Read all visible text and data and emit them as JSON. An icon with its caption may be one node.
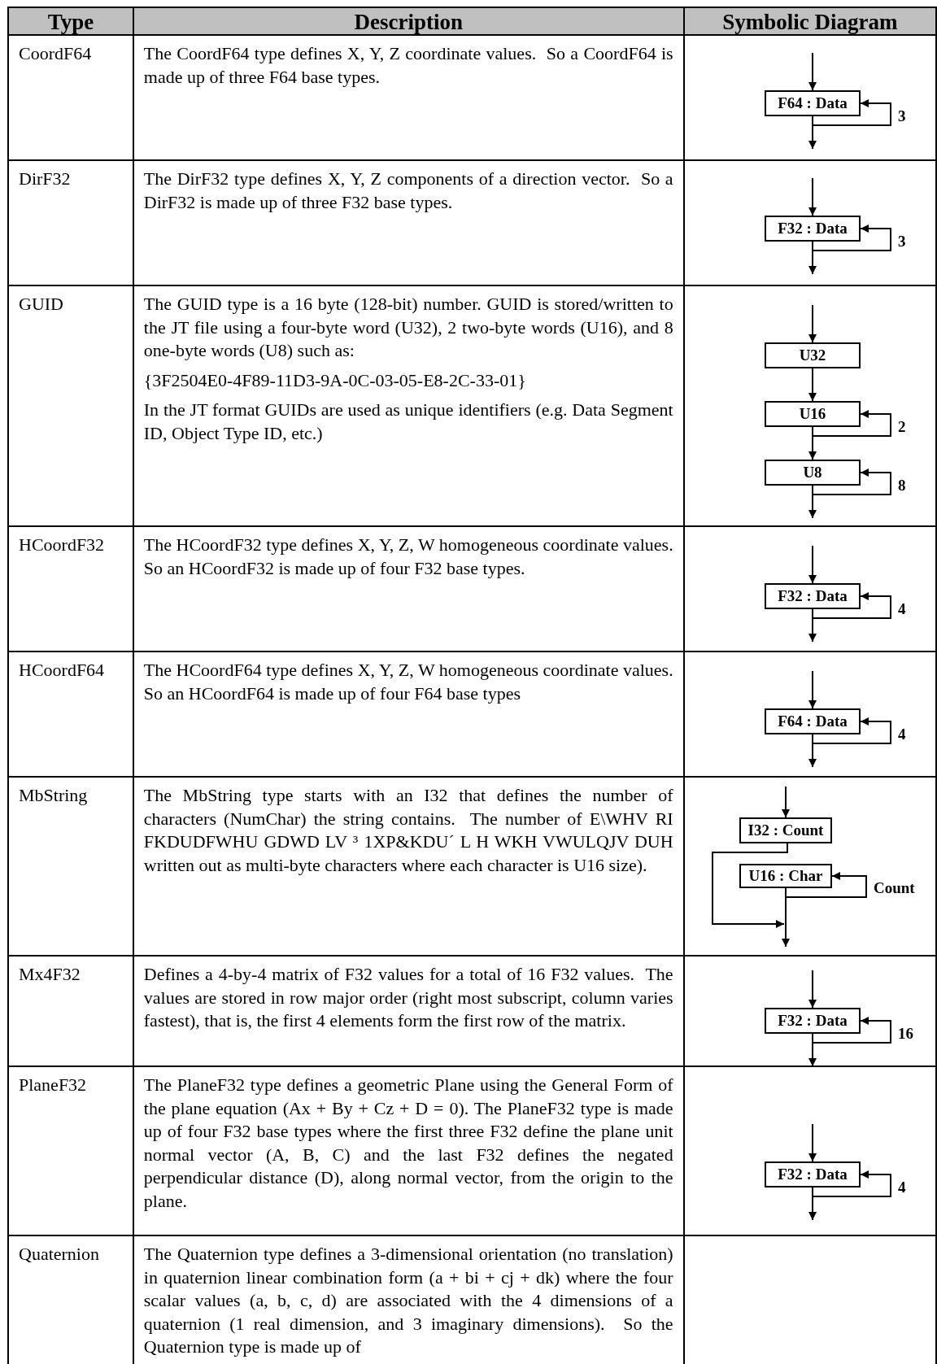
{
  "diagram": {
    "nodes": [
      {
        "text": [
          "F64 : Data"
        ]
      },
      {
        "text": [
          "F32 : Data"
        ]
      },
      {
        "text": [
          "U32"
        ]
      },
      {
        "text": [
          "U16"
        ]
      },
      {
        "text": [
          "U8"
        ]
      },
      {
        "text": [
          "F32 : Data"
        ]
      },
      {
        "text": [
          "F64 : Data"
        ]
      },
      {
        "text": [
          "I32 : Count"
        ]
      },
      {
        "text": [
          "U16 : Char"
        ]
      },
      {
        "text": [
          "F32 : Data"
        ]
      },
      {
        "text": [
          "F32 : Data"
        ]
      }
    ],
    "edges": [
      {
        "from": null,
        "to": 0,
        "arrow": "to"
      },
      {
        "from": 0,
        "to": 0,
        "arrow": "to",
        "label": "3"
      },
      {
        "from": 0,
        "to": null,
        "arrow": "to"
      },
      {
        "from": null,
        "to": 1,
        "arrow": "to"
      },
      {
        "from": 1,
        "to": 1,
        "arrow": "to",
        "label": "3"
      },
      {
        "from": 1,
        "to": null,
        "arrow": "to"
      },
      {
        "from": null,
        "to": 2,
        "arrow": "to"
      },
      {
        "from": 2,
        "to": 3,
        "arrow": "to"
      },
      {
        "from": 3,
        "to": 3,
        "arrow": "to",
        "label": "2"
      },
      {
        "from": 3,
        "to": 4,
        "arrow": "to"
      },
      {
        "from": 4,
        "to": 4,
        "arrow": "to",
        "label": "8"
      },
      {
        "from": 4,
        "to": null,
        "arrow": "to"
      },
      {
        "from": null,
        "to": 5,
        "arrow": "to"
      },
      {
        "from": 5,
        "to": 5,
        "arrow": "to",
        "label": "4"
      },
      {
        "from": 5,
        "to": null,
        "arrow": "to"
      },
      {
        "from": null,
        "to": 6,
        "arrow": "to"
      },
      {
        "from": 6,
        "to": 6,
        "arrow": "to",
        "label": "4"
      },
      {
        "from": 6,
        "to": null,
        "arrow": "to"
      },
      {
        "from": null,
        "to": 7,
        "arrow": "to"
      },
      {
        "from": 7,
        "to": null,
        "arrow": "to"
      },
      {
        "from": 8,
        "to": 8,
        "arrow": "to",
        "label": "Count"
      },
      {
        "from": 8,
        "to": null,
        "arrow": "to"
      },
      {
        "from": null,
        "to": 9,
        "arrow": "to"
      },
      {
        "from": 9,
        "to": 9,
        "arrow": "to",
        "label": "16"
      },
      {
        "from": 9,
        "to": null,
        "arrow": "to"
      },
      {
        "from": null,
        "to": 10,
        "arrow": "to"
      },
      {
        "from": 10,
        "to": 10,
        "arrow": "to",
        "label": "4"
      },
      {
        "from": 10,
        "to": null,
        "arrow": "to"
      }
    ],
    "labels": [
      "Type",
      "Description",
      "Symbolic Diagram",
      "CoordF64",
      "The CoordF64 type defines X, Y, Z coordinate values.  So a CoordF64 is made up of three F64 base types.",
      "DirF32",
      "The DirF32 type defines X, Y, Z components of a direction vector.  So a DirF32 is made up of three F32 base types.",
      "GUID",
      "The GUID type is a 16 byte (128-bit) number. GUID is stored/written to the JT file using a four-byte word (U32), 2 two-byte words (U16), and 8 one-byte words (U8) such as:",
      "{3F2504E0-4F89-11D3-9A-0C-03-05-E8-2C-33-01}",
      "In the JT format GUIDs are used as unique identifiers (e.g. Data Segment ID, Object Type ID, etc.)",
      "HCoordF32",
      "The HCoordF32 type defines X, Y, Z, W homogeneous coordinate values.  So an HCoordF32 is made up of four F32 base types.",
      "HCoordF64",
      "The HCoordF64 type defines X, Y, Z, W homogeneous coordinate values.  So an HCoordF64 is made up of four F64 base types",
      "MbString",
      "The MbString type starts with an I32 that defines the number of characters (NumChar) the string contains.  The number of E\\WHV RI FKDUDFWHU GDWD LV ³ 1XP&KDU´ L H WKH VWULQJV DUH written out as multi-byte characters where each character is U16 size).",
      "Mx4F32",
      "Defines a 4-by-4 matrix of F32 values for a total of 16 F32 values.  The values are stored in row major order (right most subscript, column varies fastest), that is, the first 4 elements form the first row of the matrix.",
      "PlaneF32",
      "The PlaneF32 type defines a geometric Plane using the General Form of the plane equation (Ax + By + Cz + D = 0). The PlaneF32 type is made up of four F32 base types where the first three F32 define the plane unit normal vector (A, B, C) and the last F32 defines the negated perpendicular distance (D), along normal vector, from the origin to the plane.",
      "Quaternion",
      "The Quaternion type defines a 3-dimensional orientation (no translation) in quaternion linear combination form (a + bi + cj + dk) where the four scalar values (a, b, c, d) are associated with the 4 dimensions of a quaternion (1 real dimension, and 3 imaginary dimensions).  So the Quaternion type is made up of"
    ]
  }
}
